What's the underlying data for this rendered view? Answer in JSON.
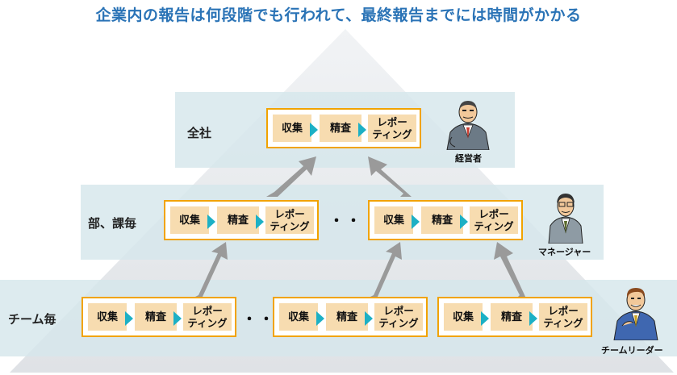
{
  "title": "企業内の報告は何段階でも行われて、最終報告までには時間がかかる",
  "levels": {
    "company": "全社",
    "department": "部、課毎",
    "team": "チーム毎"
  },
  "steps": {
    "collect": "収集",
    "review": "精査",
    "report_line1": "レポー",
    "report_line2": "ティング"
  },
  "ellipsis": "・・・",
  "roles": {
    "executive": "経営者",
    "manager": "マネージャー",
    "team_leader": "チームリーダー"
  },
  "colors": {
    "title": "#2a73b6",
    "band": "#d6e6ec",
    "pyramid": "#e6e9ed",
    "flow_border": "#f1a300",
    "step_fill": "#f7dcb0",
    "step_arrow": "#1cb0c5",
    "up_arrow": "#9a9a9a"
  }
}
